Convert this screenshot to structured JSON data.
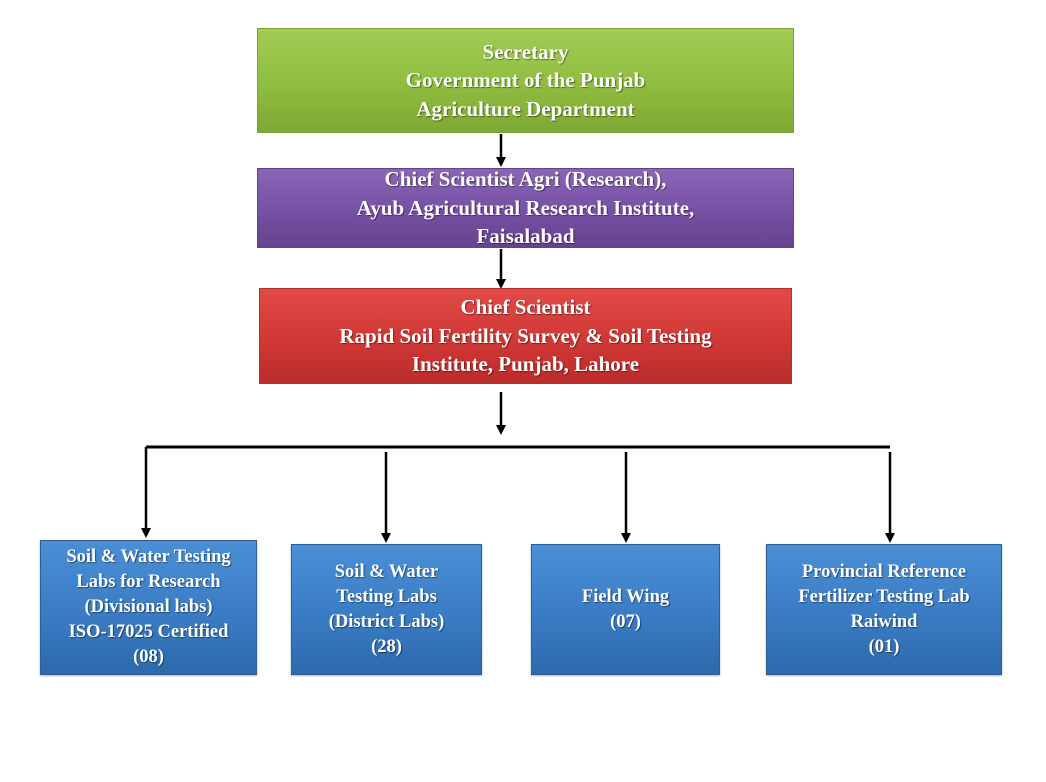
{
  "org_chart": {
    "secretary": {
      "lines": [
        "Secretary",
        "Government of the Punjab",
        "Agriculture Department"
      ],
      "color": "#8fbd3f"
    },
    "chief_scientist_agri": {
      "lines": [
        "Chief Scientist Agri (Research),",
        "Ayub Agricultural Research Institute,",
        "Faisalabad"
      ],
      "color": "#7650a3"
    },
    "chief_scientist_rapid": {
      "lines": [
        "Chief Scientist",
        "Rapid Soil Fertility Survey & Soil Testing",
        "Institute, Punjab, Lahore"
      ],
      "color": "#d03836"
    },
    "units": [
      {
        "lines": [
          "Soil & Water Testing",
          "Labs for Research",
          "(Divisional labs)",
          "ISO-17025 Certified",
          "(08)"
        ]
      },
      {
        "lines": [
          "Soil & Water",
          "Testing Labs",
          "(District Labs)",
          "(28)"
        ]
      },
      {
        "lines": [
          "Field Wing",
          "(07)"
        ]
      },
      {
        "lines": [
          "Provincial Reference",
          "Fertilizer Testing Lab",
          "Raiwind",
          "(01)"
        ]
      }
    ],
    "unit_color": "#3a7cc4"
  }
}
